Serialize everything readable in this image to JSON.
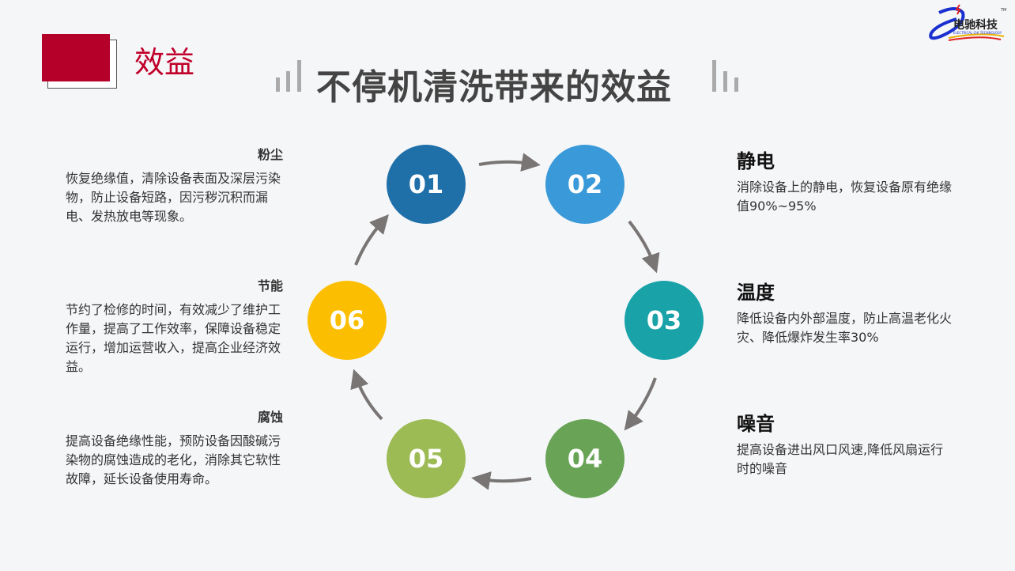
{
  "section_title": "效益",
  "main_title": "不停机清洗带来的效益",
  "logo": {
    "name": "电驰科技",
    "subtitle": "ELECTRICAL CHI TECHNOLOGY",
    "tm": "™"
  },
  "steps": [
    {
      "num": "01",
      "color": "#1f6fa9",
      "title": "粉尘",
      "text": "恢复绝缘值，清除设备表面及深层污染物，防止设备短路，因污秽沉积而漏电、发热放电等现象。"
    },
    {
      "num": "02",
      "color": "#3a9ad9",
      "title": "静电",
      "text": "消除设备上的静电，恢复设备原有绝缘值90%~95%"
    },
    {
      "num": "03",
      "color": "#19a3a8",
      "title": "温度",
      "text": "降低设备内外部温度，防止高温老化火灾、降低爆炸发生率30%"
    },
    {
      "num": "04",
      "color": "#68a356",
      "title": "噪音",
      "text": "提高设备进出风口风速,降低风扇运行时的噪音"
    },
    {
      "num": "05",
      "color": "#9dbb55",
      "title": "腐蚀",
      "text": "提高设备绝缘性能，预防设备因酸碱污染物的腐蚀造成的老化，消除其它软性故障，延长设备使用寿命。"
    },
    {
      "num": "06",
      "color": "#fcbe00",
      "title": "节能",
      "text": "节约了检修的时间，有效减少了维护工作量，提高了工作效率，保障设备稳定运行，增加运营收入，提高企业经济效益。"
    }
  ],
  "arrow_color": "#7a7575"
}
